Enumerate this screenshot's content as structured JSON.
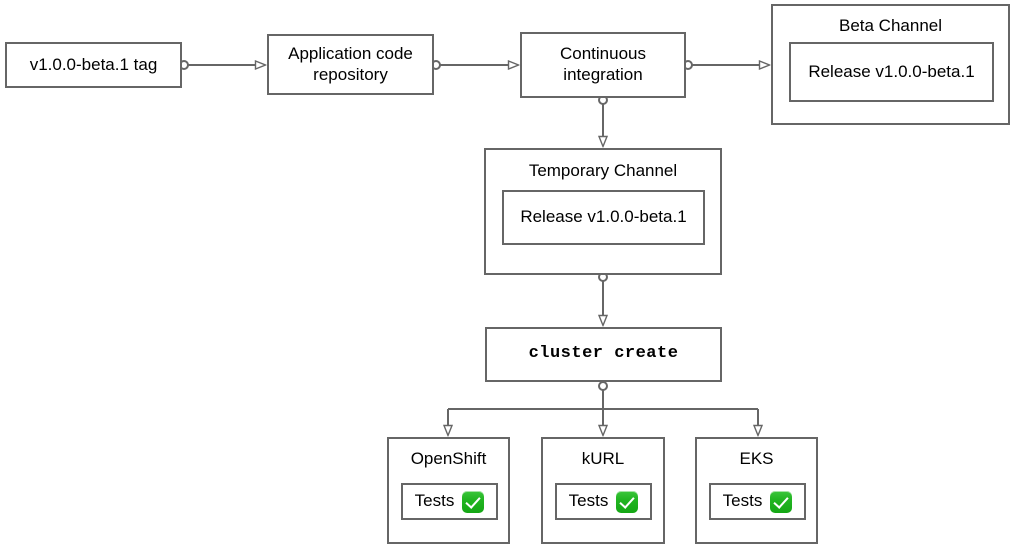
{
  "diagram": {
    "title": "Release pipeline flowchart",
    "background": "#ffffff",
    "edge_color": "#666666",
    "node_border": "#666666",
    "check_color": "#22b522",
    "nodes": {
      "tag": {
        "label": "v1.0.0-beta.1 tag"
      },
      "repo": {
        "label": "Application code\nrepository",
        "line1": "Application code",
        "line2": "repository"
      },
      "ci": {
        "label": "Continuous\nintegration",
        "line1": "Continuous",
        "line2": "integration"
      },
      "beta_channel": {
        "title": "Beta Channel",
        "release": "Release v1.0.0-beta.1"
      },
      "temporary_channel": {
        "title": "Temporary Channel",
        "release": "Release v1.0.0-beta.1"
      },
      "cluster_create": {
        "label": "cluster create"
      },
      "openshift": {
        "title": "OpenShift",
        "tests_label": "Tests",
        "tests_status": "passed",
        "status_icon": "green-check-icon"
      },
      "kurl": {
        "title": "kURL",
        "tests_label": "Tests",
        "tests_status": "passed",
        "status_icon": "green-check-icon"
      },
      "eks": {
        "title": "EKS",
        "tests_label": "Tests",
        "tests_status": "passed",
        "status_icon": "green-check-icon"
      }
    },
    "edges": [
      {
        "from": "tag",
        "to": "repo"
      },
      {
        "from": "repo",
        "to": "ci"
      },
      {
        "from": "ci",
        "to": "beta_channel"
      },
      {
        "from": "ci",
        "to": "temporary_channel"
      },
      {
        "from": "temporary_channel",
        "to": "cluster_create"
      },
      {
        "from": "cluster_create",
        "to": "openshift"
      },
      {
        "from": "cluster_create",
        "to": "kurl"
      },
      {
        "from": "cluster_create",
        "to": "eks"
      }
    ]
  }
}
